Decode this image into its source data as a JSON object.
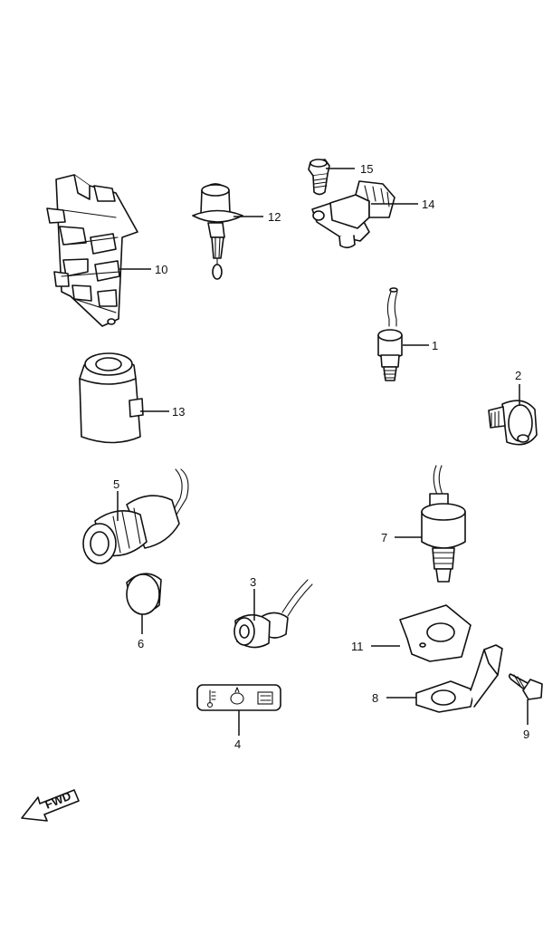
{
  "callouts": {
    "p1": "1",
    "p2": "2",
    "p3": "3",
    "p4": "4",
    "p5": "5",
    "p6": "6",
    "p7": "7",
    "p8": "8",
    "p9": "9",
    "p10": "10",
    "p11": "11",
    "p12": "12",
    "p13": "13",
    "p14": "14",
    "p15": "15"
  },
  "fwd_label": "FWD",
  "icons": [
    "thermometer-icon",
    "oil-pressure-icon",
    "battery-icon"
  ]
}
